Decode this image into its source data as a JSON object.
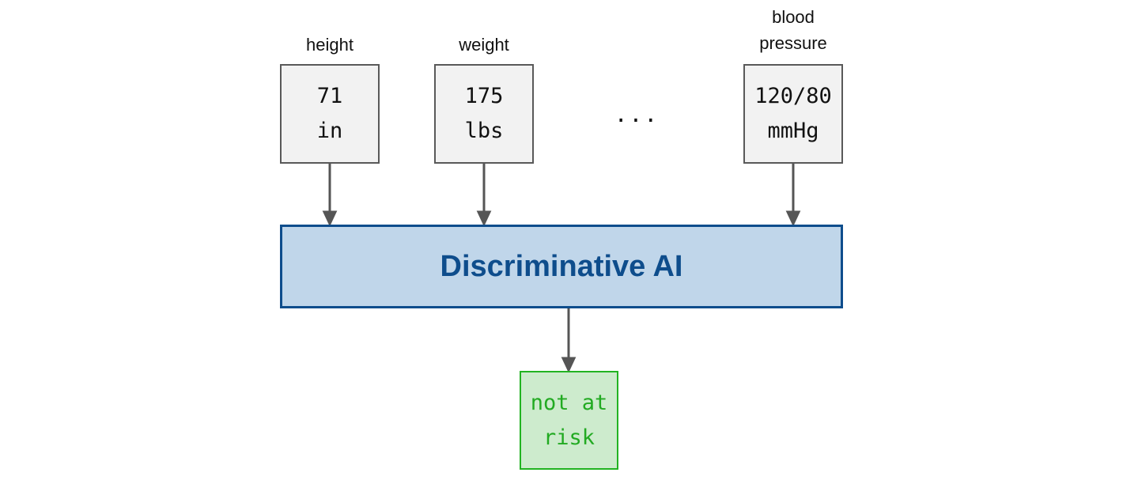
{
  "inputs": [
    {
      "label": "height",
      "value": "71\nin"
    },
    {
      "label": "weight",
      "value": "175\nlbs"
    },
    {
      "label": "blood\npressure",
      "value": "120/80\nmmHg"
    }
  ],
  "ellipsis": "...",
  "model": {
    "label": "Discriminative AI"
  },
  "output": {
    "value": "not at\nrisk"
  },
  "colors": {
    "input_fill": "#f2f2f2",
    "input_border": "#595959",
    "model_fill": "#c0d6ea",
    "model_border": "#0e4d8c",
    "output_fill": "#cdebcd",
    "output_border": "#22b322",
    "output_text": "#22aa22",
    "arrow": "#555555"
  }
}
